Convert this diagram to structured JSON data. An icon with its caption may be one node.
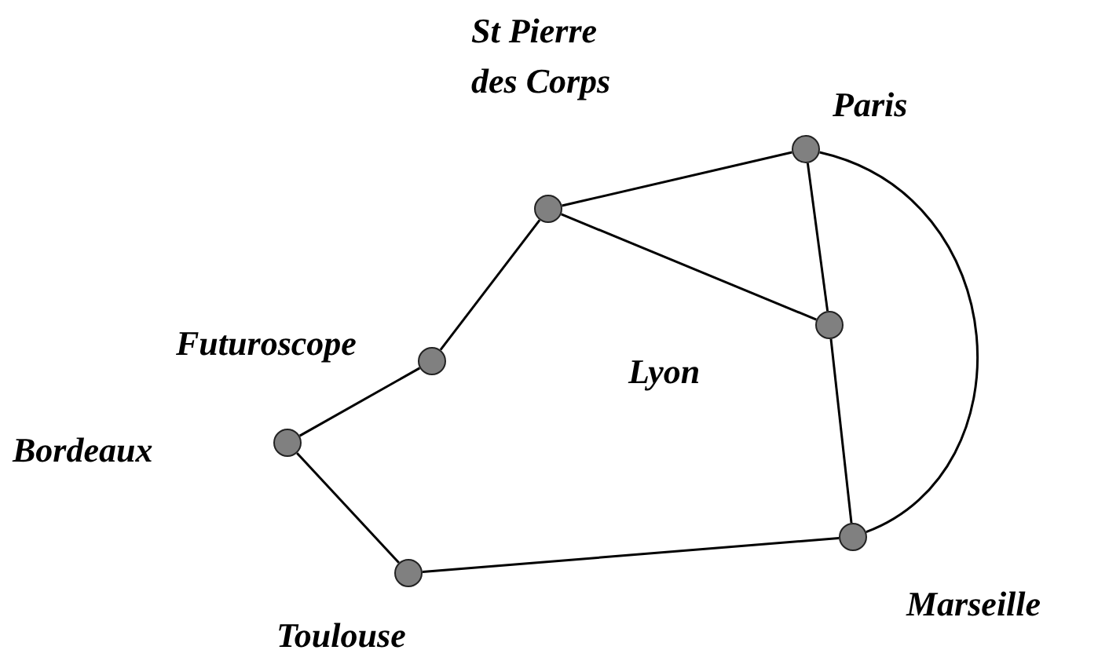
{
  "diagram": {
    "nodes": [
      {
        "text": [],
        "shape": "circle",
        "beside": [
          "St Pierre des Corps"
        ]
      },
      {
        "text": [],
        "shape": "circle",
        "beside": [
          "Paris"
        ]
      },
      {
        "text": [],
        "shape": "circle",
        "beside": [
          "Lyon"
        ]
      },
      {
        "text": [],
        "shape": "circle",
        "beside": [
          "Futuroscope"
        ]
      },
      {
        "text": [],
        "shape": "circle",
        "beside": [
          "Bordeaux"
        ]
      },
      {
        "text": [],
        "shape": "circle",
        "beside": [
          "Toulouse"
        ]
      },
      {
        "text": [],
        "shape": "circle",
        "beside": [
          "Marseille"
        ]
      }
    ],
    "edges": [
      {
        "from": 0,
        "to": 1,
        "arrow": "none"
      },
      {
        "from": 0,
        "to": 2,
        "arrow": "none"
      },
      {
        "from": 1,
        "to": 2,
        "arrow": "none"
      },
      {
        "from": 2,
        "to": 6,
        "arrow": "none"
      },
      {
        "from": 1,
        "to": 6,
        "arrow": "none"
      },
      {
        "from": 0,
        "to": 3,
        "arrow": "none"
      },
      {
        "from": 3,
        "to": 4,
        "arrow": "none"
      },
      {
        "from": 4,
        "to": 5,
        "arrow": "none"
      },
      {
        "from": 5,
        "to": 6,
        "arrow": "none"
      }
    ]
  }
}
